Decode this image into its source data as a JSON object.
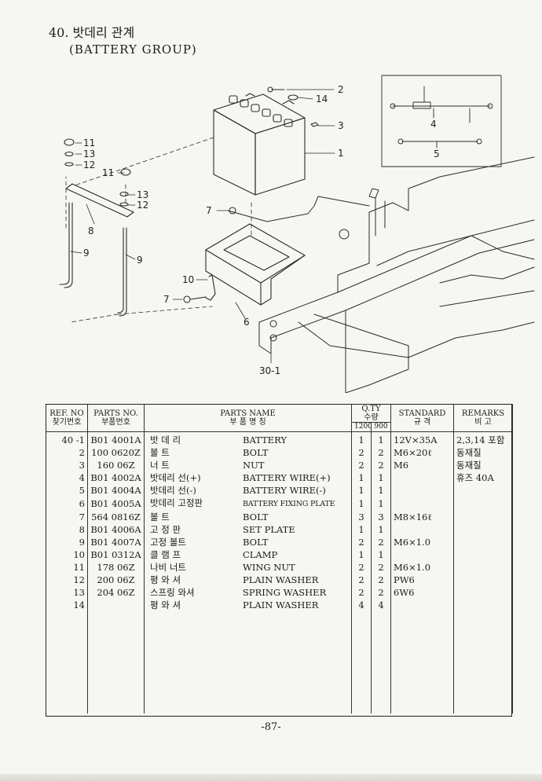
{
  "heading": {
    "title": "40. 밧데리 관계",
    "subtitle": "(BATTERY GROUP)"
  },
  "diagram": {
    "callouts": [
      "2",
      "14",
      "3",
      "1",
      "11",
      "13",
      "12",
      "11",
      "13",
      "12",
      "8",
      "9",
      "9",
      "7",
      "10",
      "7",
      "6",
      "30-1",
      "4",
      "5"
    ]
  },
  "table": {
    "headers": {
      "ref_no": "REF. NO",
      "ref_no_kr": "찾기번호",
      "parts_no": "PARTS NO.",
      "parts_no_kr": "부품번호",
      "parts_name": "PARTS NAME",
      "parts_name_kr": "부    품    명    칭",
      "qty": "Q.TY",
      "qty_kr": "수량",
      "qty_1200": "1200",
      "qty_900": "900",
      "standard": "STANDARD",
      "standard_kr": "규    격",
      "remarks": "REMARKS",
      "remarks_kr": "비    고"
    },
    "rows": [
      {
        "ref": "40 -1",
        "code": "B01 4001A",
        "kr": "밧 데 리",
        "en": "BATTERY",
        "q1200": "1",
        "q900": "1",
        "std": "12V×35A",
        "rem": "2,3,14 포함"
      },
      {
        "ref": "2",
        "code": "100 0620Z",
        "kr": "볼    트",
        "en": "BOLT",
        "q1200": "2",
        "q900": "2",
        "std": "M6×20ℓ",
        "rem": "동재질"
      },
      {
        "ref": "3",
        "code": "160 06Z",
        "kr": "너    트",
        "en": "NUT",
        "q1200": "2",
        "q900": "2",
        "std": "M6",
        "rem": "동재질"
      },
      {
        "ref": "4",
        "code": "B01 4002A",
        "kr": "밧데리 선(+)",
        "en": "BATTERY WIRE(+)",
        "q1200": "1",
        "q900": "1",
        "std": "",
        "rem": "휴즈 40A"
      },
      {
        "ref": "5",
        "code": "B01 4004A",
        "kr": "밧데리 선(-)",
        "en": "BATTERY WIRE(-)",
        "q1200": "1",
        "q900": "1",
        "std": "",
        "rem": ""
      },
      {
        "ref": "6",
        "code": "B01 4005A",
        "kr": "밧데리 고정판",
        "en": "BATTERY FIXING PLATE",
        "q1200": "1",
        "q900": "1",
        "std": "",
        "rem": ""
      },
      {
        "ref": "7",
        "code": "564 0816Z",
        "kr": "볼    트",
        "en": "BOLT",
        "q1200": "3",
        "q900": "3",
        "std": "M8×16ℓ",
        "rem": ""
      },
      {
        "ref": "8",
        "code": "B01 4006A",
        "kr": "고 정 판",
        "en": "SET PLATE",
        "q1200": "1",
        "q900": "1",
        "std": "",
        "rem": ""
      },
      {
        "ref": "9",
        "code": "B01 4007A",
        "kr": "고정 볼트",
        "en": "BOLT",
        "q1200": "2",
        "q900": "2",
        "std": "M6×1.0",
        "rem": ""
      },
      {
        "ref": "10",
        "code": "B01 0312A",
        "kr": "클 램 프",
        "en": "CLAMP",
        "q1200": "1",
        "q900": "1",
        "std": "",
        "rem": ""
      },
      {
        "ref": "11",
        "code": "178 06Z",
        "kr": "나비 너트",
        "en": "WING NUT",
        "q1200": "2",
        "q900": "2",
        "std": "M6×1.0",
        "rem": ""
      },
      {
        "ref": "12",
        "code": "200 06Z",
        "kr": "평 와 셔",
        "en": "PLAIN WASHER",
        "q1200": "2",
        "q900": "2",
        "std": "PW6",
        "rem": ""
      },
      {
        "ref": "13",
        "code": "204 06Z",
        "kr": "스프링 와셔",
        "en": "SPRING WASHER",
        "q1200": "2",
        "q900": "2",
        "std": "6W6",
        "rem": ""
      },
      {
        "ref": "14",
        "code": "",
        "kr": "평 와 셔",
        "en": "PLAIN WASHER",
        "q1200": "4",
        "q900": "4",
        "std": "",
        "rem": ""
      }
    ]
  },
  "footer": {
    "page_number": "-87-"
  }
}
